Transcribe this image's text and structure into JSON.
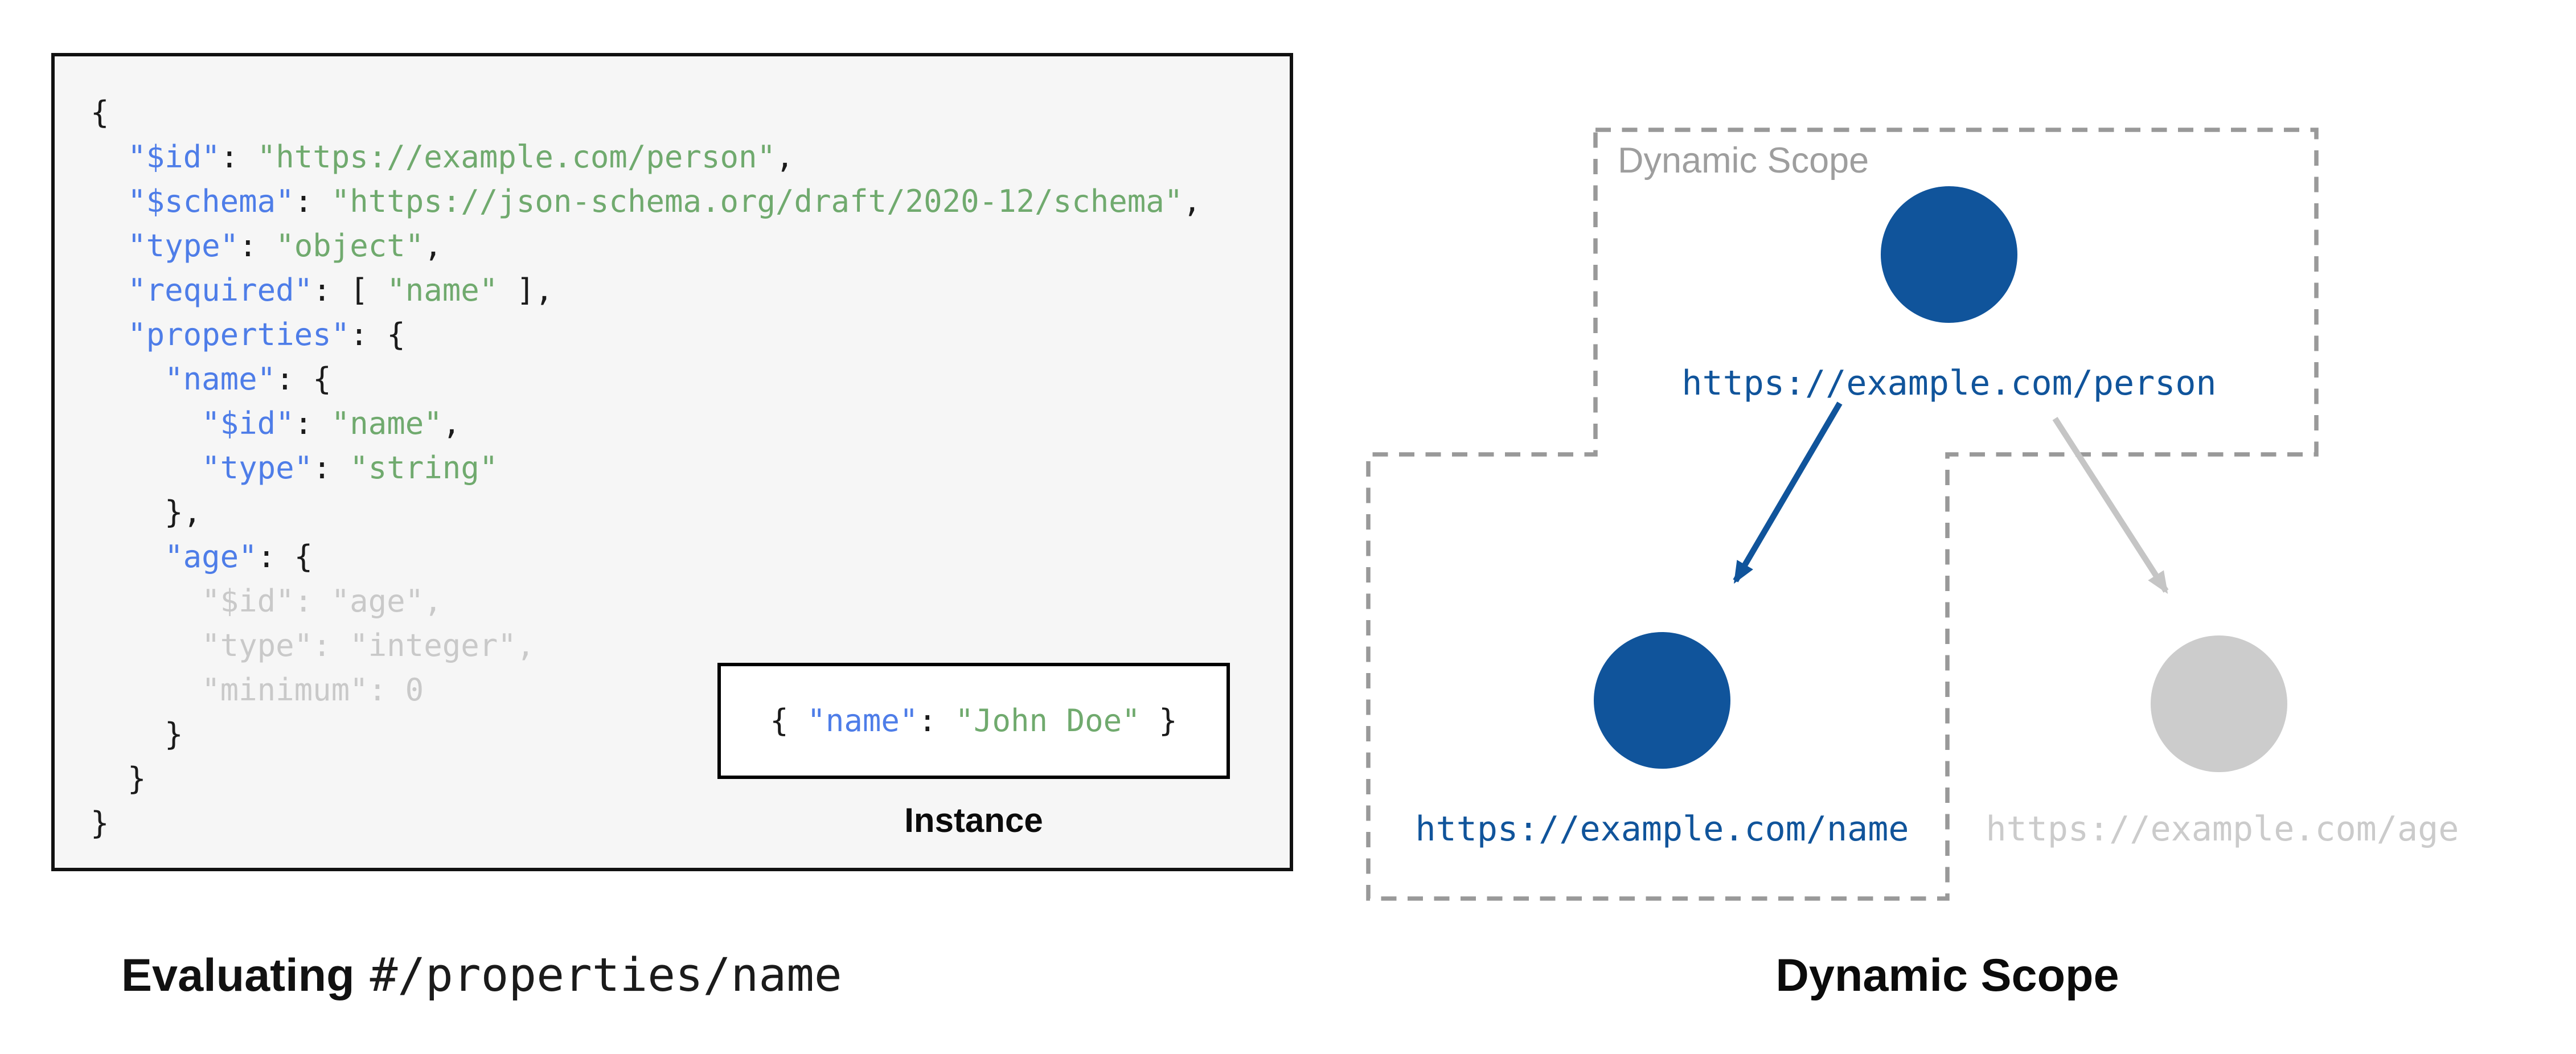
{
  "colors": {
    "accent_blue": "#10549B",
    "key_blue": "#4E7DE8",
    "string_green": "#70AA6E",
    "muted_gray": "#C9C9C9",
    "node_gray": "#CCCCCC",
    "scope_border_gray": "#999999",
    "code_background": "#F6F6F6"
  },
  "schema_panel": {
    "code_lines": [
      [
        {
          "t": "{",
          "c": "p"
        }
      ],
      [
        {
          "t": "  ",
          "c": "p"
        },
        {
          "t": "\"$id\"",
          "c": "k"
        },
        {
          "t": ": ",
          "c": "p"
        },
        {
          "t": "\"https://example.com/person\"",
          "c": "s"
        },
        {
          "t": ",",
          "c": "p"
        }
      ],
      [
        {
          "t": "  ",
          "c": "p"
        },
        {
          "t": "\"$schema\"",
          "c": "k"
        },
        {
          "t": ": ",
          "c": "p"
        },
        {
          "t": "\"https://json-schema.org/draft/2020-12/schema\"",
          "c": "s"
        },
        {
          "t": ",",
          "c": "p"
        }
      ],
      [
        {
          "t": "  ",
          "c": "p"
        },
        {
          "t": "\"type\"",
          "c": "k"
        },
        {
          "t": ": ",
          "c": "p"
        },
        {
          "t": "\"object\"",
          "c": "s"
        },
        {
          "t": ",",
          "c": "p"
        }
      ],
      [
        {
          "t": "  ",
          "c": "p"
        },
        {
          "t": "\"required\"",
          "c": "k"
        },
        {
          "t": ": [ ",
          "c": "p"
        },
        {
          "t": "\"name\"",
          "c": "s"
        },
        {
          "t": " ],",
          "c": "p"
        }
      ],
      [
        {
          "t": "  ",
          "c": "p"
        },
        {
          "t": "\"properties\"",
          "c": "k"
        },
        {
          "t": ": {",
          "c": "p"
        }
      ],
      [
        {
          "t": "    ",
          "c": "p"
        },
        {
          "t": "\"name\"",
          "c": "k"
        },
        {
          "t": ": {",
          "c": "p"
        }
      ],
      [
        {
          "t": "      ",
          "c": "p"
        },
        {
          "t": "\"$id\"",
          "c": "k"
        },
        {
          "t": ": ",
          "c": "p"
        },
        {
          "t": "\"name\"",
          "c": "s"
        },
        {
          "t": ",",
          "c": "p"
        }
      ],
      [
        {
          "t": "      ",
          "c": "p"
        },
        {
          "t": "\"type\"",
          "c": "k"
        },
        {
          "t": ": ",
          "c": "p"
        },
        {
          "t": "\"string\"",
          "c": "s"
        }
      ],
      [
        {
          "t": "    },",
          "c": "p"
        }
      ],
      [
        {
          "t": "    ",
          "c": "p"
        },
        {
          "t": "\"age\"",
          "c": "k"
        },
        {
          "t": ": {",
          "c": "p"
        }
      ],
      [
        {
          "t": "      \"$id\": \"age\",",
          "c": "m"
        }
      ],
      [
        {
          "t": "      \"type\": \"integer\",",
          "c": "m"
        }
      ],
      [
        {
          "t": "      \"minimum\": 0",
          "c": "m"
        }
      ],
      [
        {
          "t": "    }",
          "c": "p"
        }
      ],
      [
        {
          "t": "  }",
          "c": "p"
        }
      ],
      [
        {
          "t": "}",
          "c": "p"
        }
      ]
    ],
    "instance": {
      "tokens": [
        {
          "t": "{ ",
          "c": "p"
        },
        {
          "t": "\"name\"",
          "c": "k"
        },
        {
          "t": ": ",
          "c": "p"
        },
        {
          "t": "\"John Doe\"",
          "c": "s"
        },
        {
          "t": " }",
          "c": "p"
        }
      ],
      "label": "Instance"
    },
    "caption": {
      "bold": "Evaluating",
      "mono": "#/properties/name"
    }
  },
  "diagram": {
    "scope_label": "Dynamic Scope",
    "caption": "Dynamic Scope",
    "nodes": [
      {
        "id": "person",
        "label": "https://example.com/person",
        "state": "in-scope"
      },
      {
        "id": "name",
        "label": "https://example.com/name",
        "state": "in-scope"
      },
      {
        "id": "age",
        "label": "https://example.com/age",
        "state": "out-of-scope"
      }
    ]
  }
}
